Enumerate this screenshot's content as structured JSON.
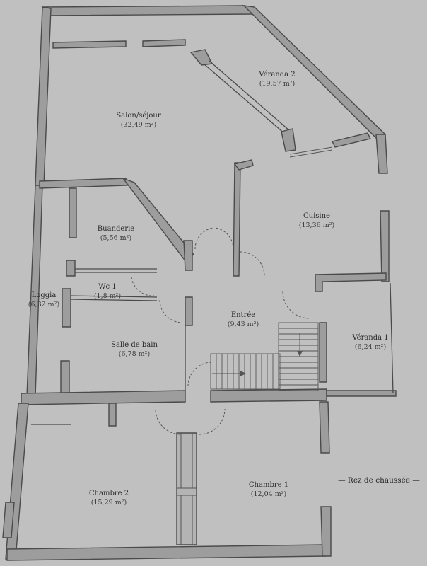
{
  "plan": {
    "caption": "— Rez de chaussée —",
    "rooms": [
      {
        "key": "veranda2",
        "name": "Véranda 2",
        "area": "(19,57 m²)"
      },
      {
        "key": "salon",
        "name": "Salon/séjour",
        "area": "(32,49 m²)"
      },
      {
        "key": "cuisine",
        "name": "Cuisine",
        "area": "(13,36 m²)"
      },
      {
        "key": "buanderie",
        "name": "Buanderie",
        "area": "(5,56 m²)"
      },
      {
        "key": "wc",
        "name": "Wc 1",
        "area": "(1,8 m²)"
      },
      {
        "key": "loggia",
        "name": "Loggia",
        "area": "(6,32 m²)"
      },
      {
        "key": "entree",
        "name": "Entrée",
        "area": "(9,43 m²)"
      },
      {
        "key": "veranda1",
        "name": "Véranda 1",
        "area": "(6,24 m²)"
      },
      {
        "key": "sdb",
        "name": "Salle de bain",
        "area": "(6,78 m²)"
      },
      {
        "key": "chambre2",
        "name": "Chambre 2",
        "area": "(15,29 m²)"
      },
      {
        "key": "chambre1",
        "name": "Chambre 1",
        "area": "(12,04 m²)"
      }
    ],
    "colors": {
      "paper": "#bfc0bf",
      "wall": "#9c9d9c",
      "ink": "#2a2a2a"
    }
  }
}
